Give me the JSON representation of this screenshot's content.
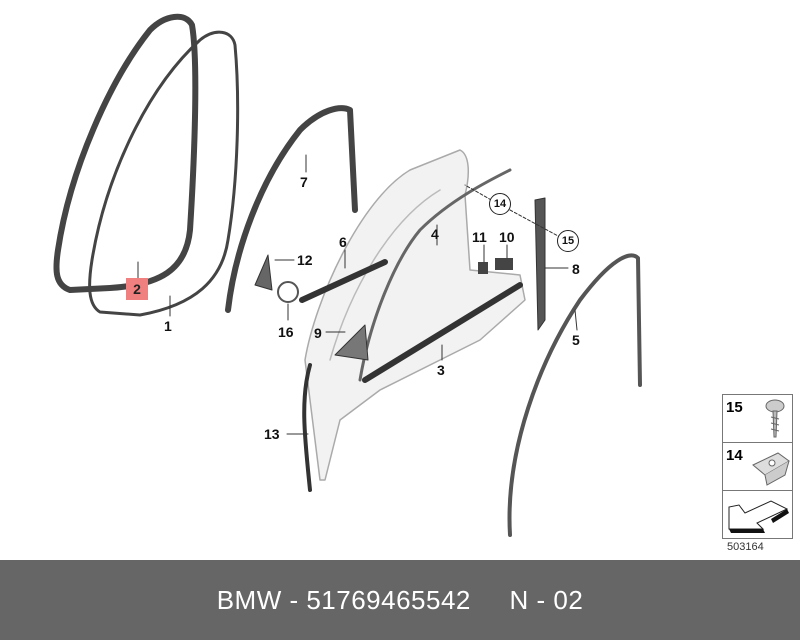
{
  "callouts": {
    "c1": "1",
    "c2": "2",
    "c3": "3",
    "c4": "4",
    "c5": "5",
    "c6": "6",
    "c7": "7",
    "c8": "8",
    "c9": "9",
    "c10": "10",
    "c11": "11",
    "c12": "12",
    "c13": "13",
    "c14": "14",
    "c15": "15",
    "c16": "16"
  },
  "highlight_color": "#f08080",
  "legend": {
    "items": [
      {
        "number": "15",
        "icon": "screw-icon"
      },
      {
        "number": "14",
        "icon": "clip-nut-icon"
      },
      {
        "number": "",
        "icon": "direction-arrow-icon"
      }
    ]
  },
  "reference_number": "503164",
  "footer": {
    "text": "BMW - 51769465542     N - 02",
    "background": "#666666"
  }
}
